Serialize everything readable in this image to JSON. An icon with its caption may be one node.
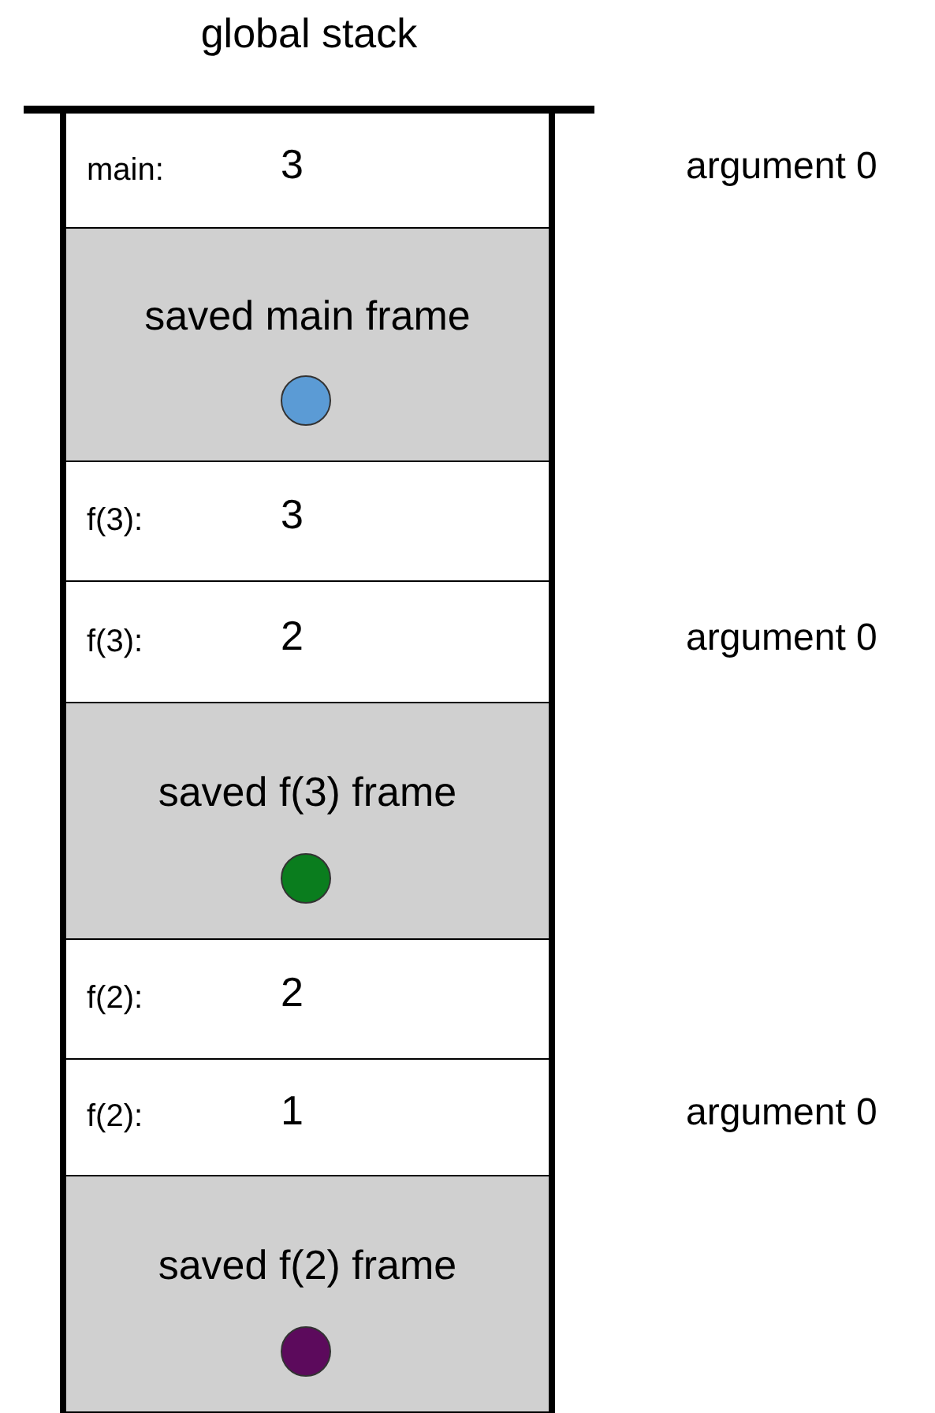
{
  "diagram": {
    "nodes": [
      {
        "text": [
          "global stack"
        ]
      },
      {
        "text": [
          "main:",
          "3"
        ],
        "in": 0,
        "beside": [
          "argument 0"
        ]
      },
      {
        "text": [
          "saved main frame"
        ],
        "in": 0
      },
      {
        "text": [
          "f(3):",
          "3"
        ],
        "in": 0
      },
      {
        "text": [
          "f(3):",
          "2"
        ],
        "in": 0,
        "beside": [
          "argument 0"
        ]
      },
      {
        "text": [
          "saved f(3) frame"
        ],
        "in": 0
      },
      {
        "text": [
          "f(2):",
          "2"
        ],
        "in": 0
      },
      {
        "text": [
          "f(2):",
          "1"
        ],
        "in": 0,
        "beside": [
          "argument 0"
        ]
      },
      {
        "text": [
          "saved f(2) frame"
        ],
        "in": 0
      }
    ]
  }
}
